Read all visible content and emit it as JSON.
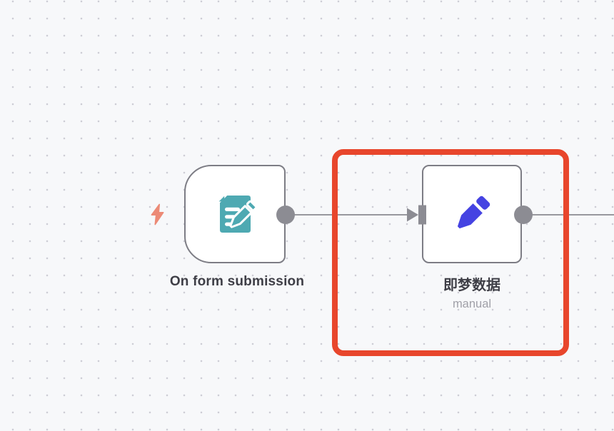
{
  "canvas": {
    "background_color": "#f7f8fa",
    "dot_color": "#cdcdd5"
  },
  "nodes": [
    {
      "label": "On form submission",
      "type": "trigger",
      "icon": "form-document-pencil-icon",
      "icon_color": "#4EA9B2",
      "trigger_indicator": {
        "icon": "lightning-bolt-icon",
        "color": "#EC8A76"
      }
    },
    {
      "label": "即梦数据",
      "sublabel": "manual",
      "type": "action",
      "icon": "pencil-icon",
      "icon_color": "#4543E2"
    }
  ],
  "connections": [
    {
      "from": "On form submission",
      "to": "即梦数据"
    },
    {
      "from": "即梦数据",
      "to": "offscreen-right"
    }
  ],
  "annotation": {
    "type": "highlight-box",
    "target": "即梦数据",
    "color": "#E8462C"
  },
  "colors": {
    "node_border": "#7D7D85",
    "endpoint": "#8C8C93",
    "connection_line": "#98989E",
    "label": "#3E3E46",
    "sublabel": "#A0A0A8"
  }
}
